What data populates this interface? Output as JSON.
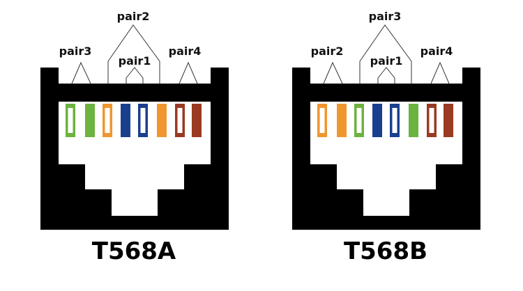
{
  "connectors": [
    {
      "title": "T568A",
      "pairs": [
        {
          "label": "pair3",
          "pins": [
            1,
            2
          ]
        },
        {
          "label": "pair2",
          "pins": [
            3,
            6
          ]
        },
        {
          "label": "pair1",
          "pins": [
            4,
            5
          ]
        },
        {
          "label": "pair4",
          "pins": [
            7,
            8
          ]
        }
      ],
      "wires": [
        {
          "pin": 1,
          "color": "#6cb33f",
          "striped": true
        },
        {
          "pin": 2,
          "color": "#6cb33f",
          "striped": false
        },
        {
          "pin": 3,
          "color": "#f0962f",
          "striped": true
        },
        {
          "pin": 4,
          "color": "#1a3f8f",
          "striped": false
        },
        {
          "pin": 5,
          "color": "#1a3f8f",
          "striped": true
        },
        {
          "pin": 6,
          "color": "#f0962f",
          "striped": false
        },
        {
          "pin": 7,
          "color": "#9a3a23",
          "striped": true
        },
        {
          "pin": 8,
          "color": "#9a3a23",
          "striped": false
        }
      ]
    },
    {
      "title": "T568B",
      "pairs": [
        {
          "label": "pair2",
          "pins": [
            1,
            2
          ]
        },
        {
          "label": "pair3",
          "pins": [
            3,
            6
          ]
        },
        {
          "label": "pair1",
          "pins": [
            4,
            5
          ]
        },
        {
          "label": "pair4",
          "pins": [
            7,
            8
          ]
        }
      ],
      "wires": [
        {
          "pin": 1,
          "color": "#f0962f",
          "striped": true
        },
        {
          "pin": 2,
          "color": "#f0962f",
          "striped": false
        },
        {
          "pin": 3,
          "color": "#6cb33f",
          "striped": true
        },
        {
          "pin": 4,
          "color": "#1a3f8f",
          "striped": false
        },
        {
          "pin": 5,
          "color": "#1a3f8f",
          "striped": true
        },
        {
          "pin": 6,
          "color": "#6cb33f",
          "striped": false
        },
        {
          "pin": 7,
          "color": "#9a3a23",
          "striped": true
        },
        {
          "pin": 8,
          "color": "#9a3a23",
          "striped": false
        }
      ]
    }
  ]
}
